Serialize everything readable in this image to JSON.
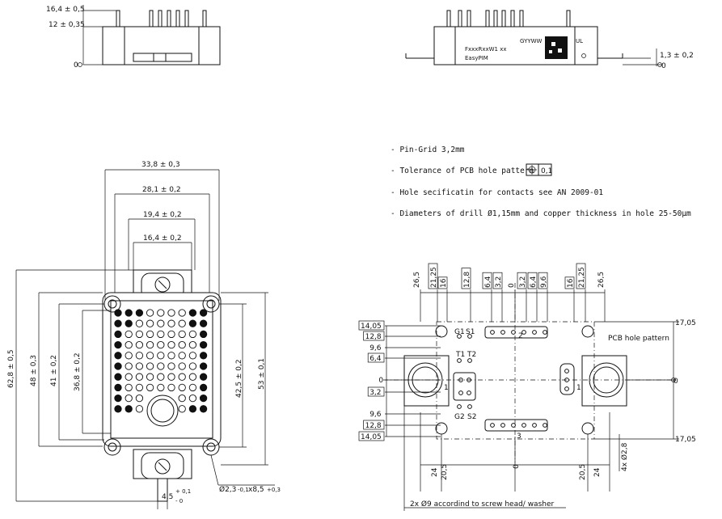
{
  "top_left": {
    "dims": [
      "16,4 ± 0,5",
      "12 ± 0,35",
      "0"
    ]
  },
  "top_right": {
    "marking": [
      "FxxxRxxW1 xx",
      "EasyPIM",
      "GYYWW"
    ],
    "dims": [
      "1,3 ± 0,2",
      "0"
    ]
  },
  "front_view": {
    "horizontal_dims": [
      "33,8 ± 0,3",
      "28,1 ± 0,2",
      "19,4 ± 0,2",
      "16,4 ± 0,2"
    ],
    "vertical_dims_left": [
      "62,8 ± 0,5",
      "48 ± 0,3",
      "41 ± 0,2",
      "36,8 ± 0,2"
    ],
    "vertical_dims_right": [
      "42,5 ± 0,2",
      "53 ± 0,1"
    ],
    "bottom_dims": [
      "4,5",
      "+ 0,1",
      "- 0",
      "Ø2,3",
      "-0,1",
      "x8,5",
      "+0,3"
    ]
  },
  "notes": [
    "- Pin-Grid 3,2mm",
    "- Tolerance of PCB hole pattern",
    "- Hole secificatin for contacts see AN 2009-01",
    "- Diameters of drill Ø1,15mm and copper thickness in hole 25-50µm"
  ],
  "tolerance_box": "0,1",
  "pcb": {
    "top_dims": [
      "26,5",
      "21,25",
      "16",
      "12,8",
      "6,4",
      "3,2",
      "0",
      "3,2",
      "6,4",
      "9,6",
      "16",
      "21,25",
      "26,5"
    ],
    "left_dims": [
      "14,05",
      "12,8",
      "9,6",
      "6,4",
      "0",
      "3,2",
      "9,6",
      "12,8",
      "14,05"
    ],
    "right_dims": [
      "17,05",
      "0",
      "17,05"
    ],
    "bottom_dims": [
      "24",
      "20,5",
      "0",
      "20,5",
      "24"
    ],
    "hole_dim": "4x Ø2,8",
    "pin_labels": [
      "G1",
      "S1",
      "T1",
      "T2",
      "2",
      "1",
      "1",
      "G2",
      "S2",
      "3"
    ],
    "pattern_label": "PCB hole pattern",
    "screw_note": "2x Ø9 accordind to screw head/ washer"
  }
}
